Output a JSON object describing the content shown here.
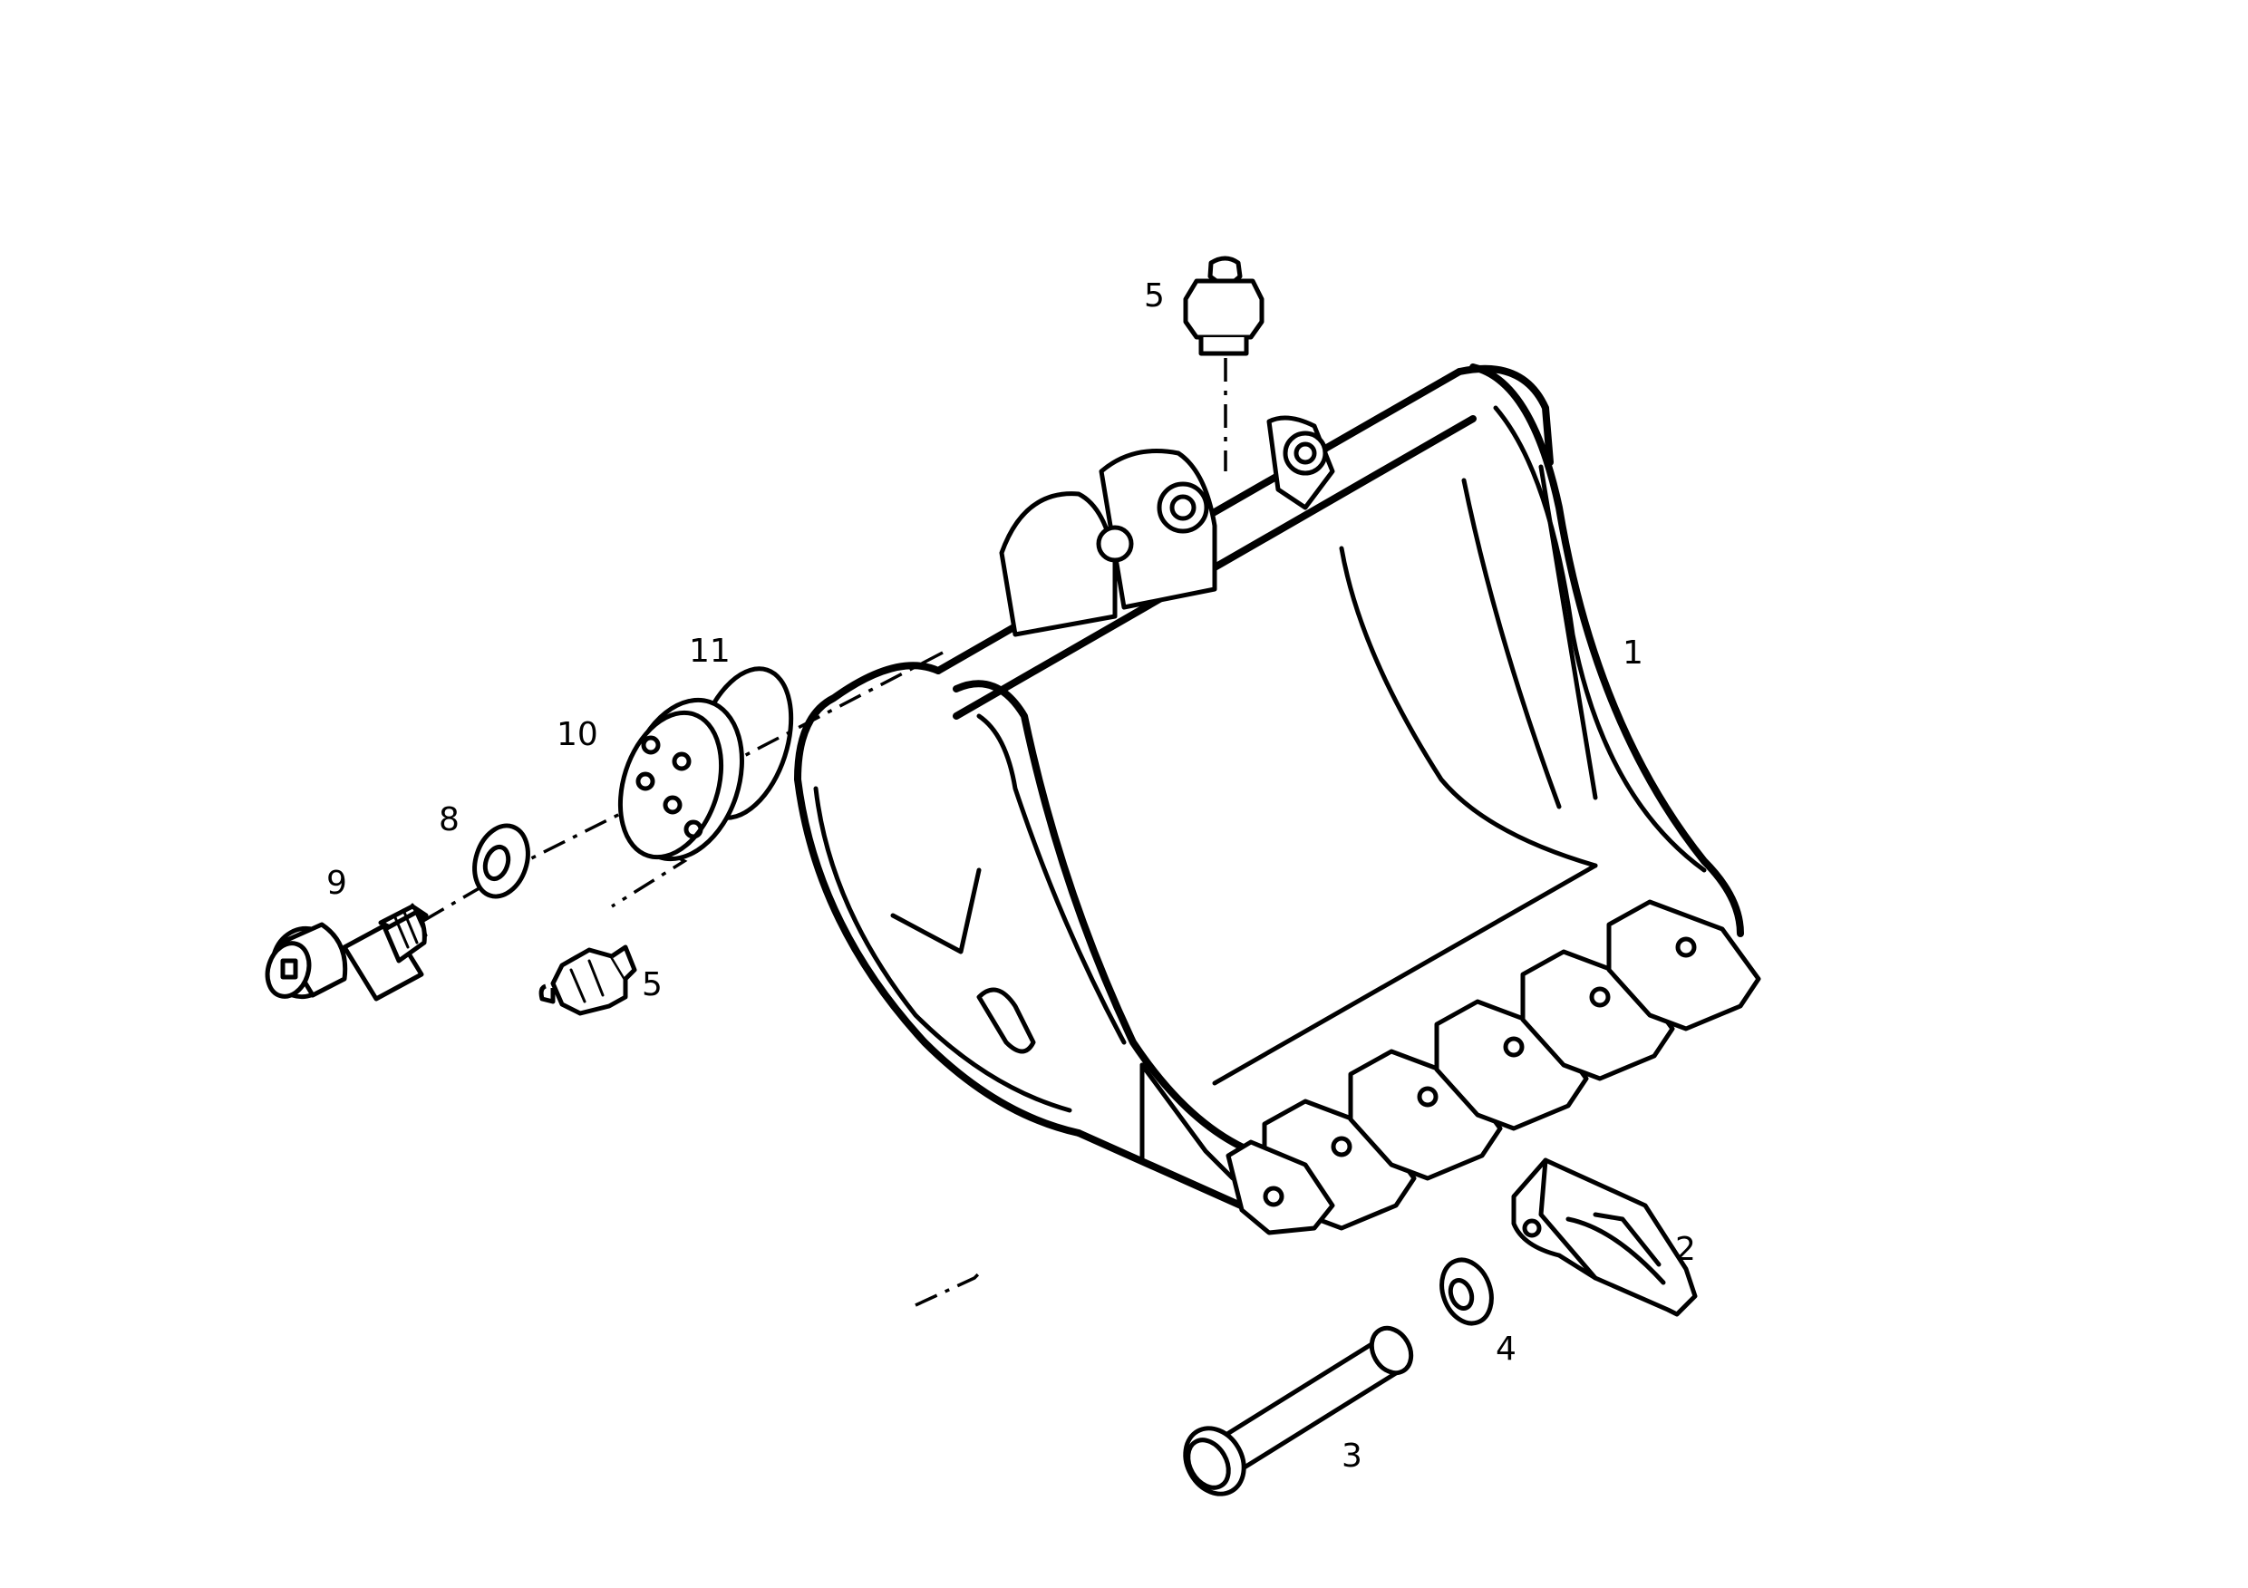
{
  "callouts": [
    {
      "id": "part-1",
      "label": "1"
    },
    {
      "id": "part-2",
      "label": "2"
    },
    {
      "id": "part-3",
      "label": "3"
    },
    {
      "id": "part-4",
      "label": "4"
    },
    {
      "id": "part-5-top",
      "label": "5"
    },
    {
      "id": "part-5-side",
      "label": "5"
    },
    {
      "id": "part-8",
      "label": "8"
    },
    {
      "id": "part-9",
      "label": "9"
    },
    {
      "id": "part-10",
      "label": "10"
    },
    {
      "id": "part-11",
      "label": "11"
    }
  ]
}
